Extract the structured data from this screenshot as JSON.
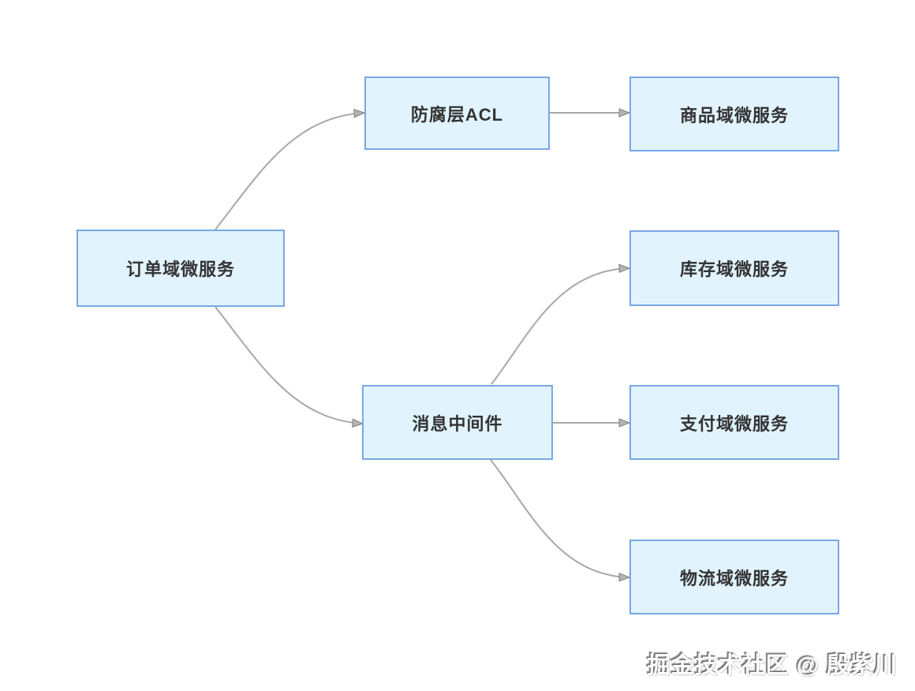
{
  "diagram": {
    "type": "flowchart",
    "nodes": [
      {
        "id": "order",
        "label": "订单域微服务"
      },
      {
        "id": "acl",
        "label": "防腐层ACL"
      },
      {
        "id": "product",
        "label": "商品域微服务"
      },
      {
        "id": "inventory",
        "label": "库存域微服务"
      },
      {
        "id": "message",
        "label": "消息中间件"
      },
      {
        "id": "payment",
        "label": "支付域微服务"
      },
      {
        "id": "logistics",
        "label": "物流域微服务"
      }
    ],
    "edges": [
      {
        "from": "order",
        "to": "acl"
      },
      {
        "from": "acl",
        "to": "product"
      },
      {
        "from": "order",
        "to": "message"
      },
      {
        "from": "message",
        "to": "inventory"
      },
      {
        "from": "message",
        "to": "payment"
      },
      {
        "from": "message",
        "to": "logistics"
      }
    ],
    "colors": {
      "node_fill": "#E1F3FD",
      "node_border": "#79A7E3",
      "node_text": "#333333",
      "edge_line": "#A8A8A8",
      "arrowhead_fill": "#B3B3B3",
      "arrowhead_stroke": "#808080",
      "background": "#FFFFFF"
    }
  },
  "watermark": {
    "text": "掘金技术社区 @ 殷紫川"
  }
}
